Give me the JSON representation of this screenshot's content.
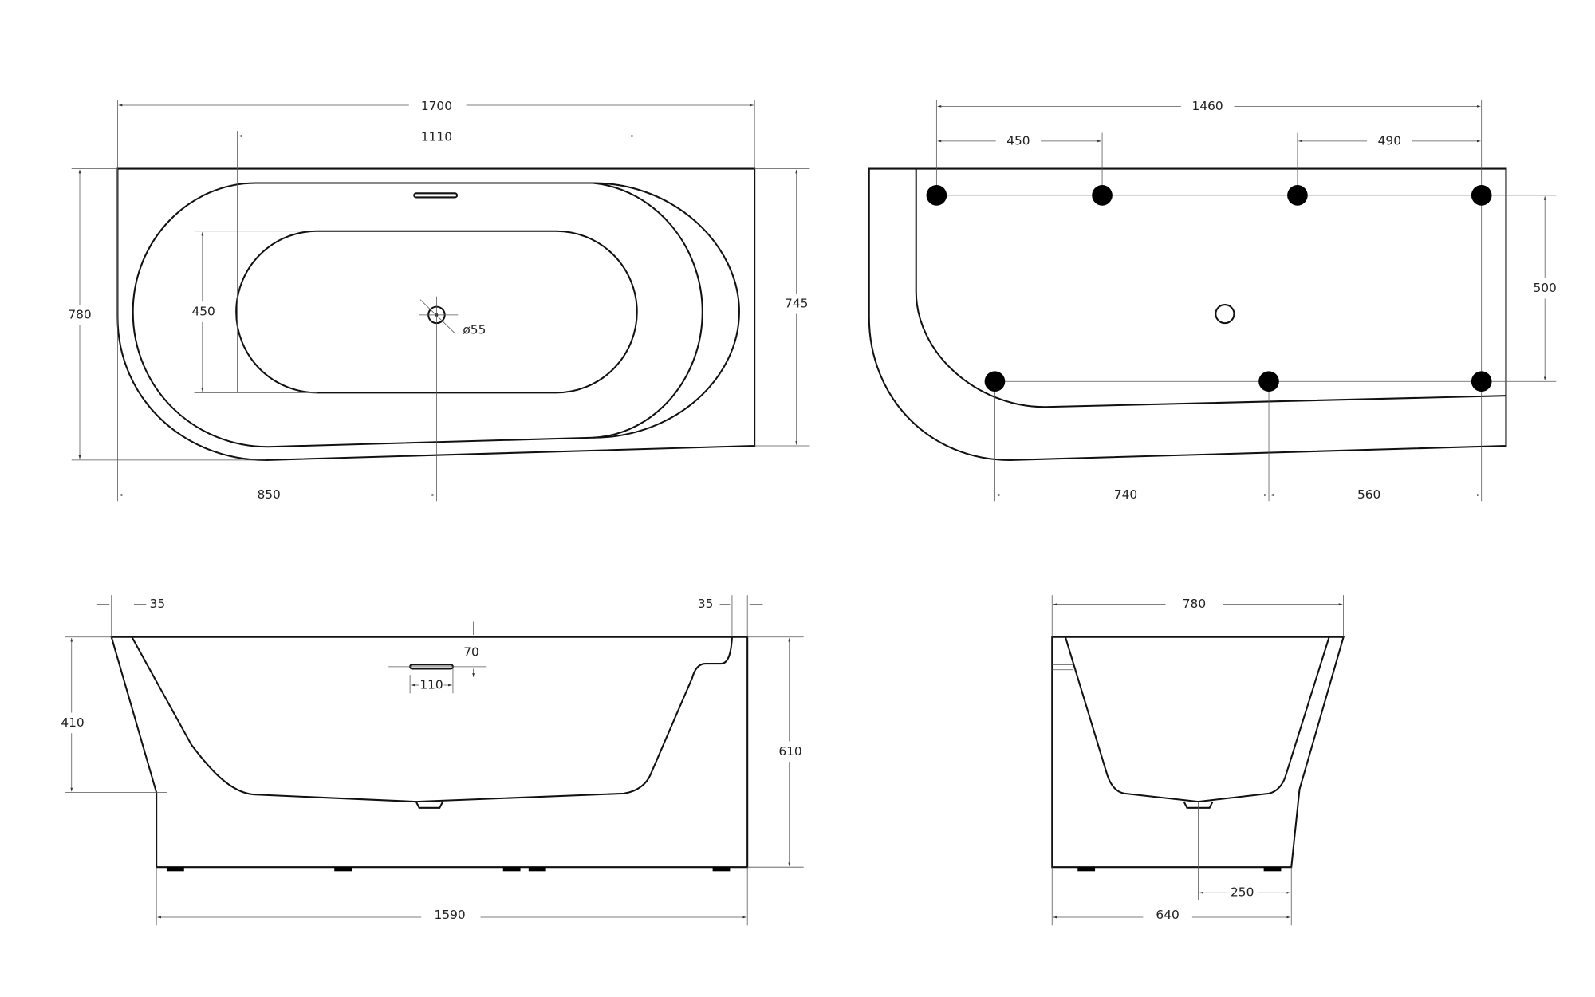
{
  "top_view": {
    "width_total": "1700",
    "basin_length": "1110",
    "width": "780",
    "basin_width": "450",
    "right_depth": "745",
    "drain_offset": "850",
    "drain_diameter": "ø55"
  },
  "bottom_view": {
    "leg_span": "1460",
    "leg_left_offset": "450",
    "leg_right_offset": "490",
    "leg_row_spacing": "500",
    "front_leg_offset": "740",
    "front_leg_right": "560"
  },
  "side_view": {
    "rim_left": "35",
    "rim_right": "35",
    "overflow_height": "70",
    "overflow_width": "110",
    "left_height": "410",
    "total_height": "610",
    "base_length": "1590"
  },
  "end_view": {
    "width": "780",
    "drain_offset": "250",
    "base_width": "640"
  },
  "colors": {
    "line": "#111111",
    "dimension": "#555555",
    "background": "#ffffff"
  }
}
